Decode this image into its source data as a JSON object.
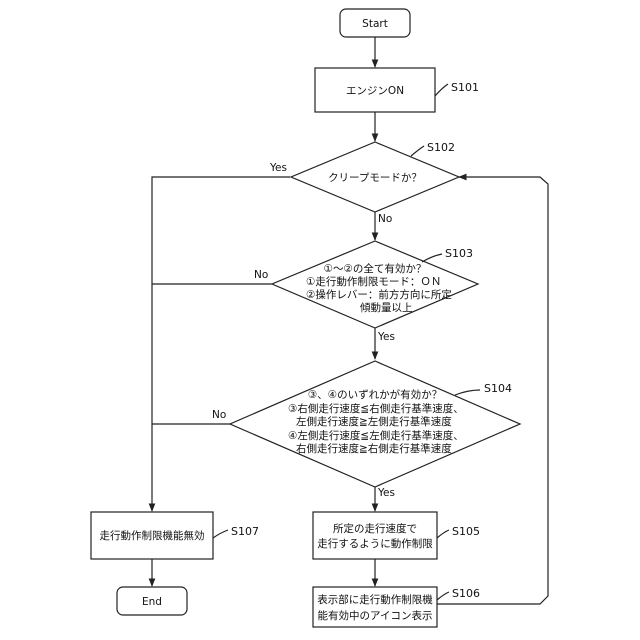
{
  "nodes": {
    "start": {
      "label": "Start"
    },
    "s101": {
      "label": "エンジンON",
      "step": "S101"
    },
    "s102": {
      "label": "クリープモードか？",
      "step": "S102"
    },
    "s103": {
      "step": "S103",
      "lines": [
        "①～②の全て有効か？",
        "①走行動作制限モード：ＯＮ",
        "②操作レバー：前方方向に所定",
        "傾動量以上"
      ]
    },
    "s104": {
      "step": "S104",
      "lines": [
        "③、④のいずれかが有効か？",
        "③右側走行速度≦右側走行基準速度、",
        "左側走行速度≧左側走行基準速度",
        "④左側走行速度≦左側走行基準速度、",
        "右側走行速度≧右側走行基準速度"
      ]
    },
    "s105": {
      "step": "S105",
      "lines": [
        "所定の走行速度で",
        "走行するように動作制限"
      ]
    },
    "s106": {
      "step": "S106",
      "lines": [
        "表示部に走行動作制限機",
        "能有効中のアイコン表示"
      ]
    },
    "s107": {
      "step": "S107",
      "label": "走行動作制限機能無効"
    },
    "end": {
      "label": "End"
    }
  },
  "edge_labels": {
    "s102_yes": "Yes",
    "s102_no": "No",
    "s103_no": "No",
    "s103_yes": "Yes",
    "s104_no": "No",
    "s104_yes": "Yes"
  }
}
